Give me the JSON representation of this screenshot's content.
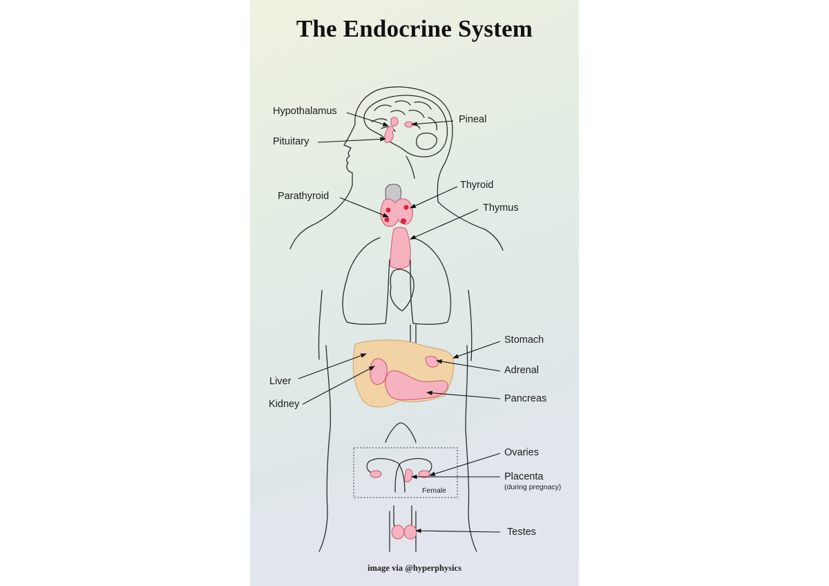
{
  "title": "The Endocrine System",
  "labels": {
    "hypothalamus": "Hypothalamus",
    "pineal": "Pineal",
    "pituitary": "Pituitary",
    "thyroid": "Thyroid",
    "parathyroid": "Parathyroid",
    "thymus": "Thymus",
    "stomach": "Stomach",
    "adrenal": "Adrenal",
    "liver": "Liver",
    "pancreas": "Pancreas",
    "kidney": "Kidney",
    "ovaries": "Ovaries",
    "placenta": "Placenta",
    "placenta_note": "(during pregnacy)",
    "female": "Female",
    "testes": "Testes"
  },
  "credit": "image via @hyperphysics",
  "colors": {
    "gland": "#f6b3bf",
    "gland_outline": "#c9546c",
    "parathyroid_dots": "#e0203f",
    "organ_tan": "#f2d3a6",
    "outline": "#2a2a2a"
  }
}
